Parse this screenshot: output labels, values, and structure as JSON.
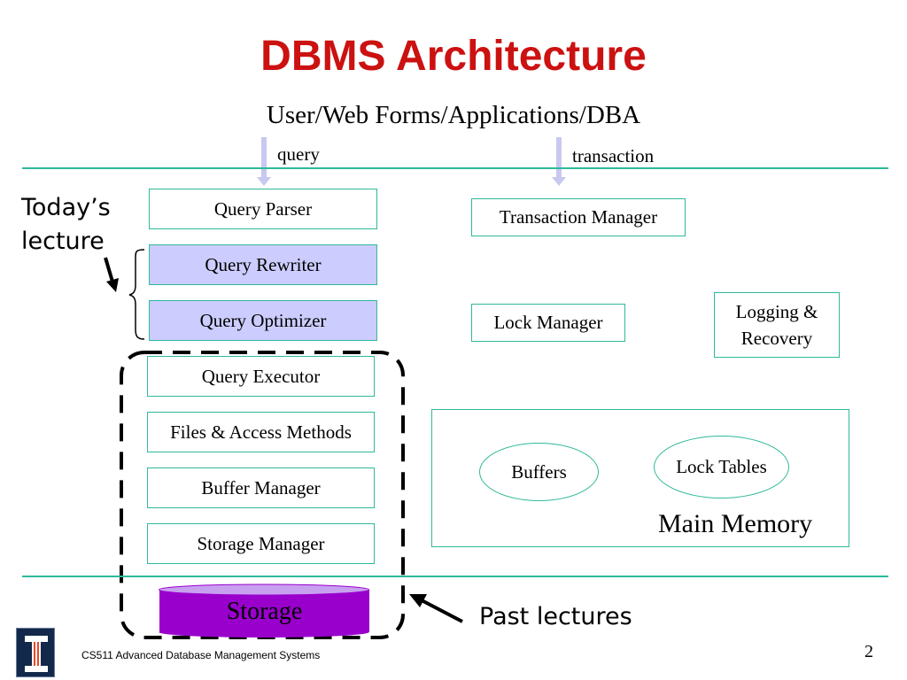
{
  "slide": {
    "title": "DBMS Architecture",
    "subtitle": "User/Web Forms/Applications/DBA",
    "query_label": "query",
    "transaction_label": "transaction",
    "todays_lecture_line1": "Today’s",
    "todays_lecture_line2": "lecture",
    "past_lectures": "Past lectures",
    "footer": "CS511 Advanced Database Management Systems",
    "page_number": "2"
  },
  "query_stack": [
    {
      "label": "Query Parser",
      "highlighted": false
    },
    {
      "label": "Query Rewriter",
      "highlighted": true
    },
    {
      "label": "Query Optimizer",
      "highlighted": true
    },
    {
      "label": "Query Executor",
      "highlighted": false
    },
    {
      "label": "Files & Access Methods",
      "highlighted": false
    },
    {
      "label": "Buffer Manager",
      "highlighted": false
    },
    {
      "label": "Storage Manager",
      "highlighted": false
    }
  ],
  "transaction_side": {
    "transaction_manager": "Transaction Manager",
    "lock_manager": "Lock Manager",
    "logging_line1": "Logging &",
    "logging_line2": "Recovery"
  },
  "main_memory": {
    "label": "Main Memory",
    "buffers": "Buffers",
    "lock_tables": "Lock Tables"
  },
  "storage": {
    "label": "Storage"
  },
  "colors": {
    "title": "#cc1111",
    "box_border": "#2fb99a",
    "highlight": "#ccccff",
    "storage_fill": "#9900cc",
    "arrow": "#c8c8f0"
  }
}
